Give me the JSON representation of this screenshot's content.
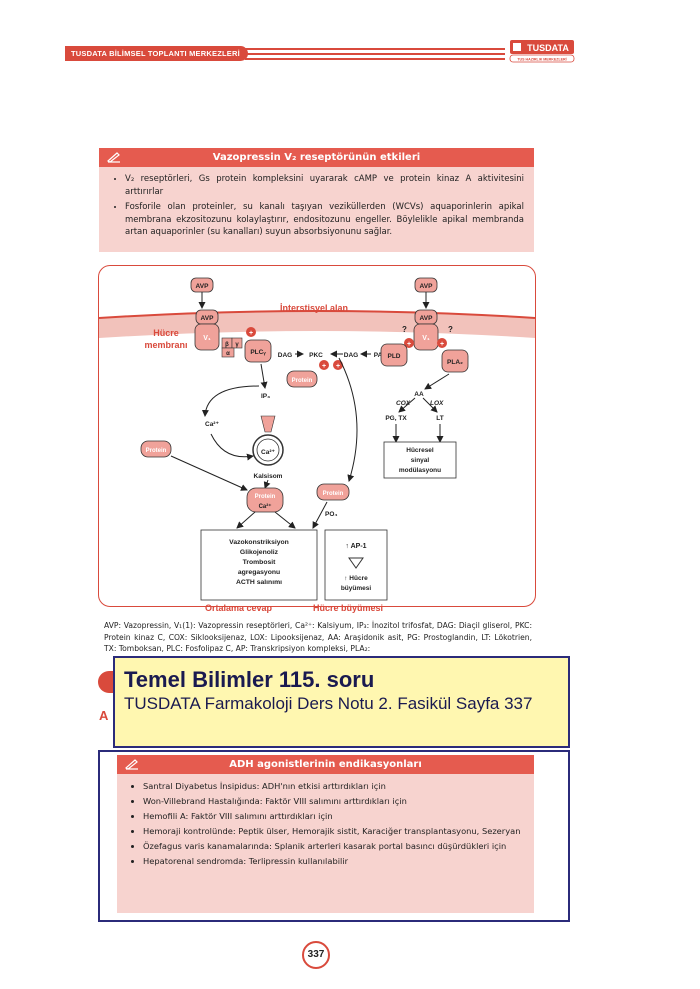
{
  "header": {
    "title": "TUSDATA BİLİMSEL TOPLANTI MERKEZLERİ",
    "logo_text": "TUSDATA",
    "logo_sub": "TUS HAZIRLIK MERKEZLERİ"
  },
  "box1": {
    "title": "Vazopressin V₂ reseptörünün etkileri",
    "items": [
      "V₂ reseptörleri, Gs protein kompleksini uyararak cAMP ve protein kinaz A aktivitesini arttırırlar",
      "Fosforile olan proteinler, su kanalı taşıyan veziküllerden (WCVs) aquaporinlerin apikal membrana ekzositozunu kolaylaştırır, endositozunu engeller. Böylelikle apikal membranda artan aquaporinler (su kanalları) suyun absorbsiyonunu sağlar."
    ]
  },
  "diagram": {
    "interstitial": "İnterstisyel alan",
    "membrane": [
      "Hücre",
      "membranı"
    ],
    "avp": "AVP",
    "v1": "V₁",
    "beta": "β",
    "gamma": "γ",
    "alpha": "α",
    "plc": "PLCᵧ",
    "dag": "DAG",
    "pkc": "PKC",
    "pa": "PA",
    "pld": "PLD",
    "pla": "PLA₂",
    "question": "?",
    "ip3": "IP₃",
    "protein": "Protein",
    "ca": "Ca²⁺",
    "calsisome": "Kalsisom",
    "aa": "AA",
    "cox": "COX",
    "lox": "LOX",
    "pgtx": "PG, TX",
    "lt": "LT",
    "signal": [
      "Hücresel",
      "sinyal",
      "modülasyonu"
    ],
    "po4": "PO₄",
    "effects": [
      "Vazokonstriksiyon",
      "Glikojenoliz",
      "Trombosit",
      "agregasyonu",
      "ACTH salınımı"
    ],
    "ap1": "↑ AP-1",
    "growth_word": [
      "↑ Hücre",
      "büyümesi"
    ],
    "label_mean": "Ortalama cevap",
    "label_growth": "Hücre büyümesi"
  },
  "caption": "AVP: Vazopressin, V₁(1): Vazopressin reseptörleri, Ca²⁺: Kalsiyum, IP₃: İnozitol trifosfat, DAG: Diaçil gliserol, PKC: Protein kinaz C, COX: Siklooksijenaz, LOX: Lipooksijenaz, AA: Araşidonik asit, PG: Prostoglandin, LT: Lökotrien, TX: Tomboksan, PLC: Fosfolipaz C, AP: Transkripsiyon kompleksi, PLA₂:",
  "overlay": {
    "title": "Temel Bilimler 115. soru",
    "subtitle": "TUSDATA Farmakoloji Ders Notu 2. Fasikül Sayfa 337"
  },
  "box2": {
    "title": "ADH agonistlerinin endikasyonları",
    "items": [
      "Santral Diyabetus İnsipidus: ADH'nın etkisi arttırdıkları için",
      "Won-Villebrand Hastalığında: Faktör VIII salımını arttırdıkları için",
      "Hemofili A: Faktör VIII salımını arttırdıkları için",
      "Hemoraji kontrolünde: Peptik ülser, Hemorajik sistit, Karaciğer transplantasyonu, Sezeryan",
      "Özefagus varis kanamalarında: Splanik arterleri kasarak portal basıncı düşürdükleri için",
      "Hepatorenal sendromda: Terlipressin kullanılabilir"
    ]
  },
  "page_number": "337",
  "red_letter": "A",
  "colors": {
    "accent": "#d94a3c",
    "pink": "#f7d3cf",
    "overlay_bg": "#fff7b0",
    "overlay_border": "#2b2b7a"
  }
}
